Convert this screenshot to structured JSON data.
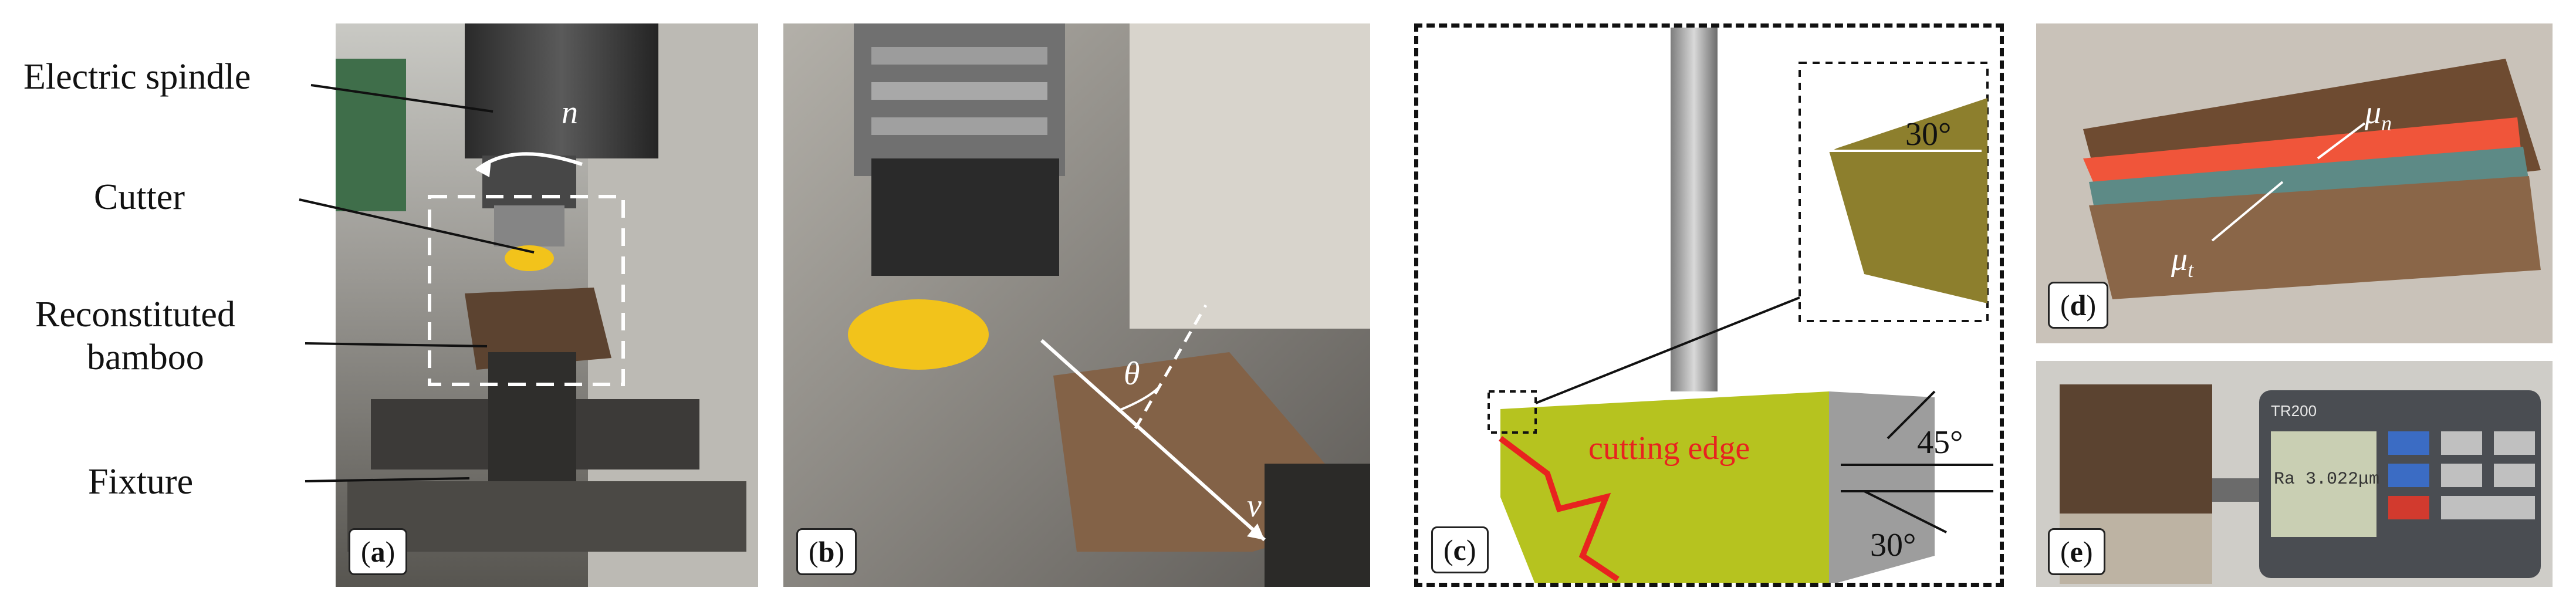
{
  "left_labels": {
    "electric_spindle": "Electric spindle",
    "cutter": "Cutter",
    "reconstituted_line1": "Reconstituted",
    "reconstituted_line2": "bamboo",
    "fixture": "Fixture"
  },
  "panels": {
    "a": {
      "tag": "a",
      "rotation_symbol": "n"
    },
    "b": {
      "tag": "b",
      "angle_symbol": "θ",
      "velocity_symbol": "v"
    },
    "c": {
      "tag": "c",
      "cutting_edge": "cutting edge",
      "angle_top": "45°",
      "angle_bottom": "30°",
      "angle_inset": "30°"
    },
    "d": {
      "tag": "d",
      "mu_n": "μ",
      "mu_n_sub": "n",
      "mu_t": "μ",
      "mu_t_sub": "t"
    },
    "e": {
      "tag": "e",
      "device_brand": "TR200",
      "readout": "Ra 3.022μm"
    }
  },
  "colors": {
    "cutting_edge": "#e8231f",
    "cutter_yellow": "#f2c31b",
    "cutter_green": "#b6c31f",
    "mu_n_band": "#f0553a",
    "mu_t_band": "#5d8a86",
    "bamboo": "#7a5a3c"
  }
}
